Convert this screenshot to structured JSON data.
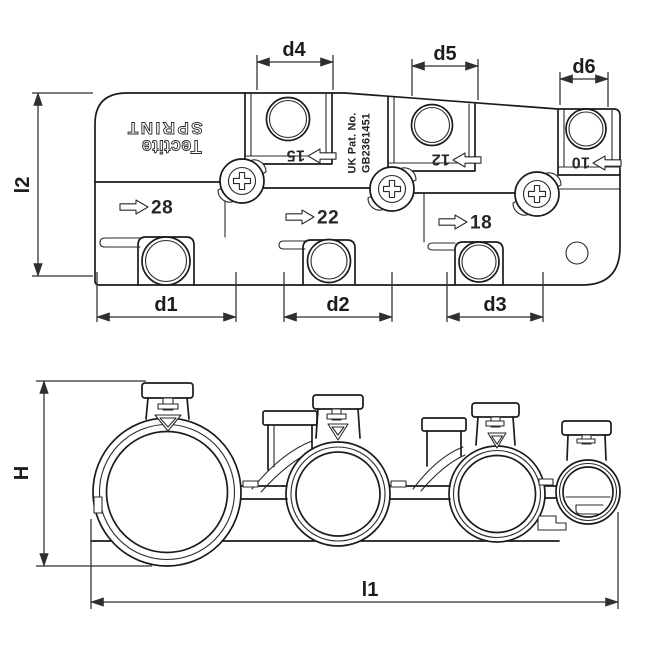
{
  "drawing": {
    "product": "push-fit multi-size pipe clip manifold, two orthographic views",
    "brand": {
      "line1": "Tectite",
      "line2": "SPRINT"
    },
    "patent": {
      "line1": "UK Pat. No.",
      "line2": "GB2361451"
    },
    "top_view": {
      "bottom_ports": [
        {
          "size": "28"
        },
        {
          "size": "22"
        },
        {
          "size": "18"
        }
      ],
      "top_ports": [
        {
          "size": "15"
        },
        {
          "size": "12"
        },
        {
          "size": "10"
        }
      ]
    },
    "dimensions": {
      "d1": "d1",
      "d2": "d2",
      "d3": "d3",
      "d4": "d4",
      "d5": "d5",
      "d6": "d6",
      "l1": "l1",
      "l2": "l2",
      "H": "H"
    },
    "icons": {
      "flow_arrow": "⇨",
      "screw_head": "✛",
      "insertion_marker": "▽"
    },
    "colors": {
      "line": "#1b1b1b",
      "detail_line": "#2a2a2a",
      "dimension_line": "#2f2f2f",
      "text": "#1d1d1d",
      "background": "#ffffff"
    }
  }
}
